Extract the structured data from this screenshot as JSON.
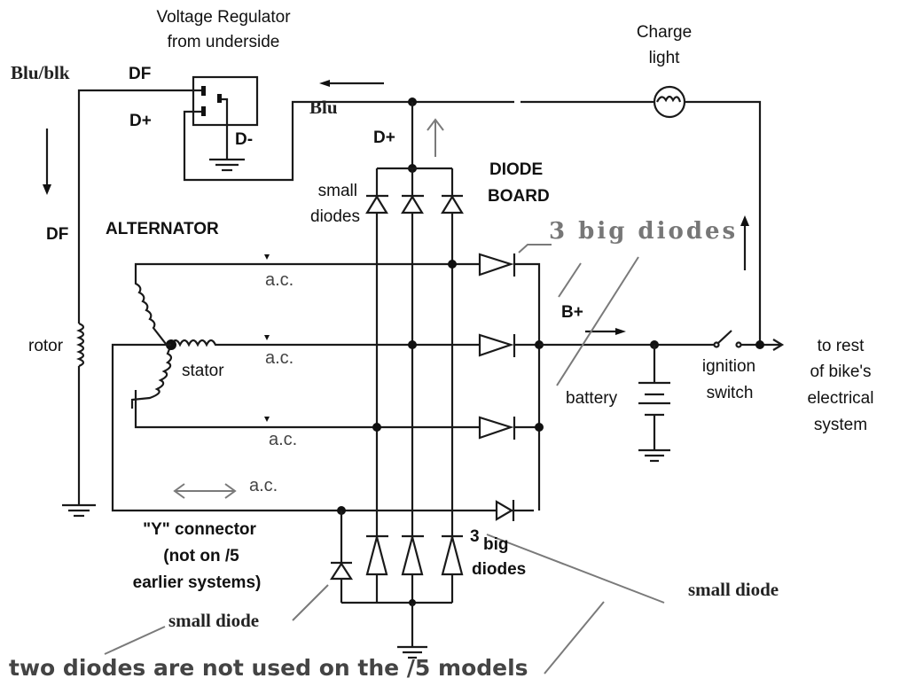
{
  "title_regulator": [
    "Voltage Regulator",
    "from underside"
  ],
  "charge_light": [
    "Charge",
    "light"
  ],
  "wire_labels": {
    "blu_blk": "Blu/blk",
    "blu": "Blu",
    "df_top": "DF",
    "dplus_reg": "D+",
    "dminus": "D-",
    "dplus_bus": "D+",
    "df_left": "DF",
    "b_plus": "B+"
  },
  "components": {
    "alternator": "ALTERNATOR",
    "diode_board": [
      "DIODE",
      "BOARD"
    ],
    "small_diodes": [
      "small",
      "diodes"
    ],
    "big_diodes_top": "3 big diodes",
    "rotor": "rotor",
    "stator": "stator",
    "battery": "battery",
    "ignition_switch": [
      "ignition",
      "switch"
    ],
    "to_rest": [
      "to rest",
      "of bike's",
      "electrical",
      "system"
    ],
    "ac_labels": [
      "a.c.",
      "a.c.",
      "a.c.",
      "a.c."
    ],
    "y_connector": [
      "\"Y\" connector",
      "(not on /5",
      "earlier systems)"
    ],
    "big_diodes_bottom": [
      "3",
      "big",
      "diodes"
    ],
    "small_diode_left": "small diode",
    "small_diode_right": "small diode"
  },
  "footnote": "two diodes are not used on the /5 models"
}
